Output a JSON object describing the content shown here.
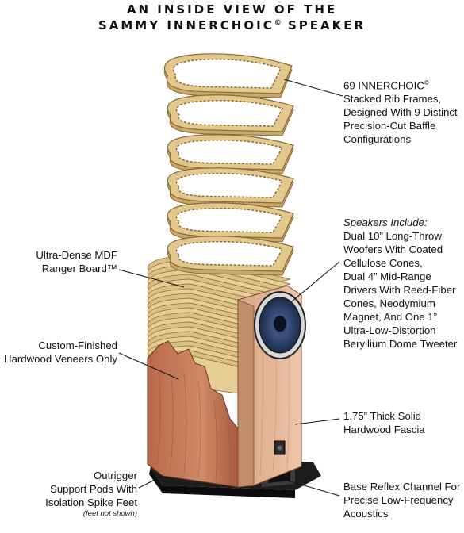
{
  "title": {
    "line1": "AN INSIDE VIEW OF THE",
    "line2_main": "SAMMY INNERCHOIC",
    "line2_mark": "©",
    "line2_end": " SPEAKER"
  },
  "labels": {
    "rib_frames": {
      "line1_main": "69 INNERCHOIC",
      "line1_mark": "©",
      "lines": [
        "Stacked Rib Frames,",
        "Designed With 9 Distinct",
        "Precision-Cut Baffle",
        "Configurations"
      ]
    },
    "mdf": {
      "lines": [
        "Ultra-Dense MDF",
        "Ranger Board™"
      ]
    },
    "speakers": {
      "heading": "Speakers Include:",
      "lines": [
        "Dual 10” Long-Throw",
        "Woofers With Coated",
        "Cellulose Cones,",
        "Dual 4” Mid-Range",
        "Drivers With Reed-Fiber",
        "Cones, Neodymium",
        "Magnet, And One 1”",
        "Ultra-Low-Distortion",
        "Beryllium Dome Tweeter"
      ]
    },
    "veneers": {
      "lines": [
        "Custom-Finished",
        "Hardwood Veneers Only"
      ]
    },
    "fascia": {
      "lines": [
        "1.75” Thick Solid",
        "Hardwood Fascia"
      ]
    },
    "outrigger": {
      "lines": [
        "Outrigger",
        "Support Pods With",
        "Isolation Spike Feet"
      ],
      "note": "(feet not shown)"
    },
    "reflex": {
      "lines": [
        "Base Reflex Channel For",
        "Precise Low-Frequency",
        "Acoustics"
      ]
    }
  },
  "colors": {
    "rib_wood": "#e2c88d",
    "rib_edge": "#8a6a33",
    "veneer": "#c9805f",
    "fascia": "#e3b79a",
    "woofer_cone": "#2c3f63",
    "base": "#1d1d1d"
  }
}
